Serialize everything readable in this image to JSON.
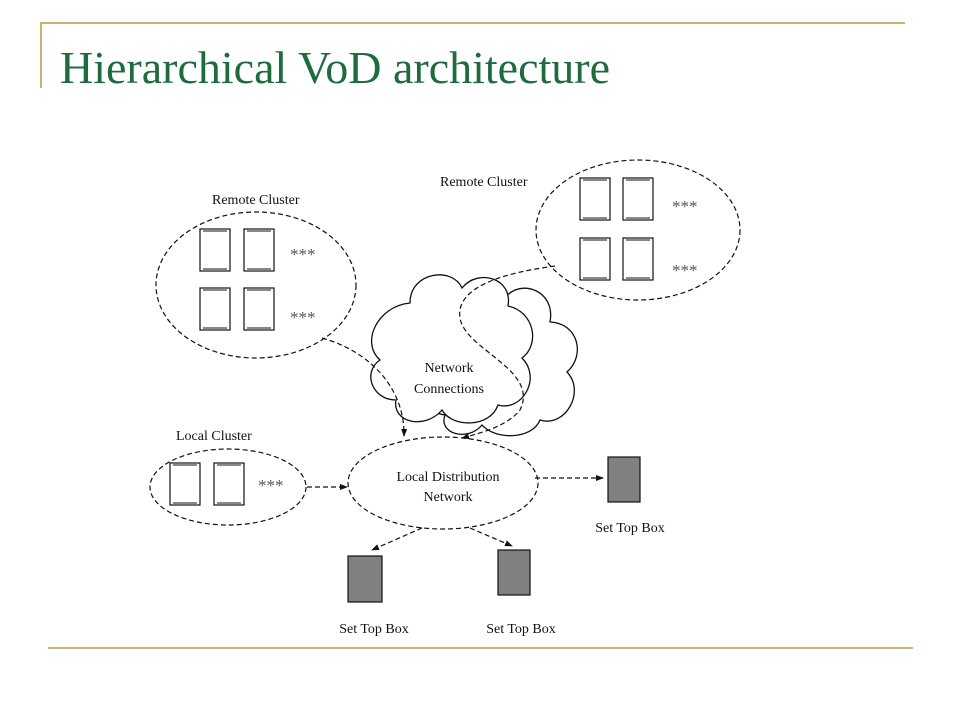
{
  "slide": {
    "title": "Hierarchical VoD architecture"
  },
  "diagram": {
    "remote_cluster_left": {
      "label": "Remote Cluster",
      "ellipsis_row1": "***",
      "ellipsis_row2": "***"
    },
    "remote_cluster_right": {
      "label": "Remote Cluster",
      "ellipsis_row1": "***",
      "ellipsis_row2": "***"
    },
    "network": {
      "line1": "Network",
      "line2": "Connections"
    },
    "local_cluster": {
      "label": "Local Cluster",
      "ellipsis": "***"
    },
    "local_distribution": {
      "line1": "Local Distribution",
      "line2": "Network"
    },
    "set_top_box_right": {
      "label": "Set Top Box"
    },
    "set_top_box_mid": {
      "label": "Set Top Box"
    },
    "set_top_box_left": {
      "label": "Set Top Box"
    },
    "colors": {
      "title": "#1e6b3d",
      "rule": "#c8b46a",
      "box_fill": "#808080"
    }
  }
}
